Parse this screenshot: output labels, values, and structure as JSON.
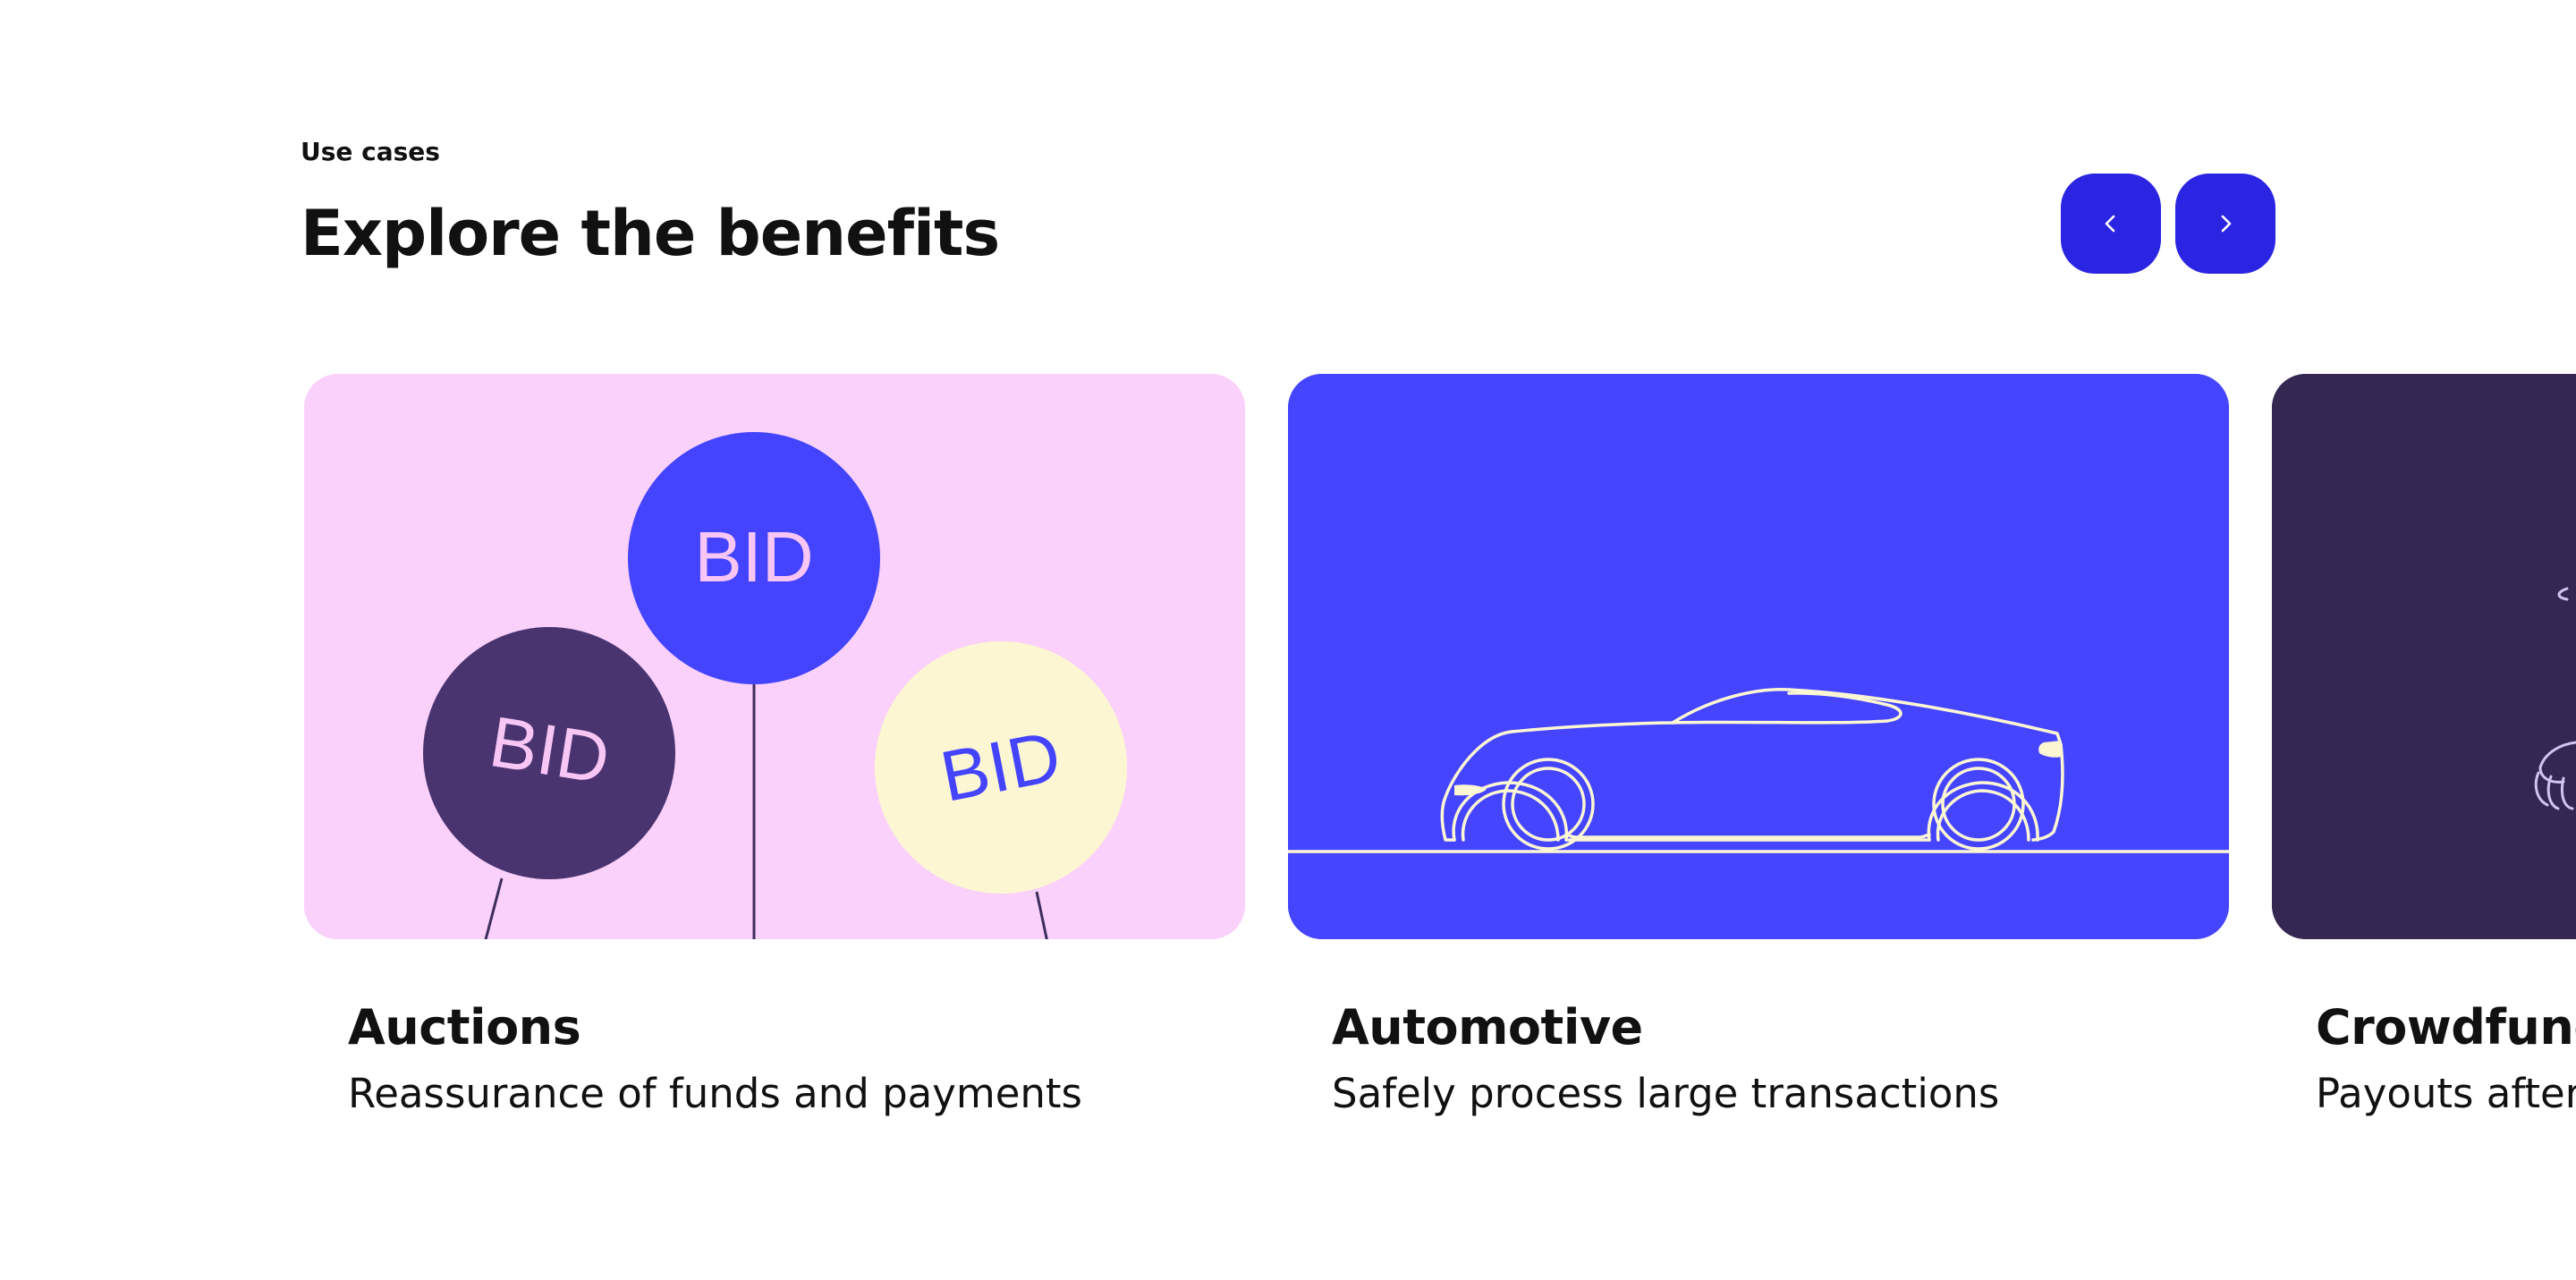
{
  "section": {
    "eyebrow": "Use cases",
    "title": "Explore the benefits"
  },
  "nav": {
    "color": "#2b25e3",
    "icon_color": "#ffffff",
    "prev_icon": "chevron-left-icon",
    "next_icon": "chevron-right-icon"
  },
  "cards": [
    {
      "title": "Auctions",
      "description": "Reassurance of funds and payments",
      "background": "#fad1fb",
      "balloons": [
        {
          "text": "BID",
          "fill": "#4a3470",
          "text_color": "#f7c6f4"
        },
        {
          "text": "BID",
          "fill": "#4444ff",
          "text_color": "#f7c6f4"
        },
        {
          "text": "BID",
          "fill": "#fcf7d2",
          "text_color": "#4444ff"
        }
      ]
    },
    {
      "title": "Automotive",
      "description": "Safely process large transactions",
      "background": "#4545ff",
      "line_color": "#fcf7d2"
    },
    {
      "title": "Crowdfunding",
      "description": "Payouts after a successful campaign",
      "background": "#342852",
      "line_color": "#cfc5f0"
    }
  ]
}
